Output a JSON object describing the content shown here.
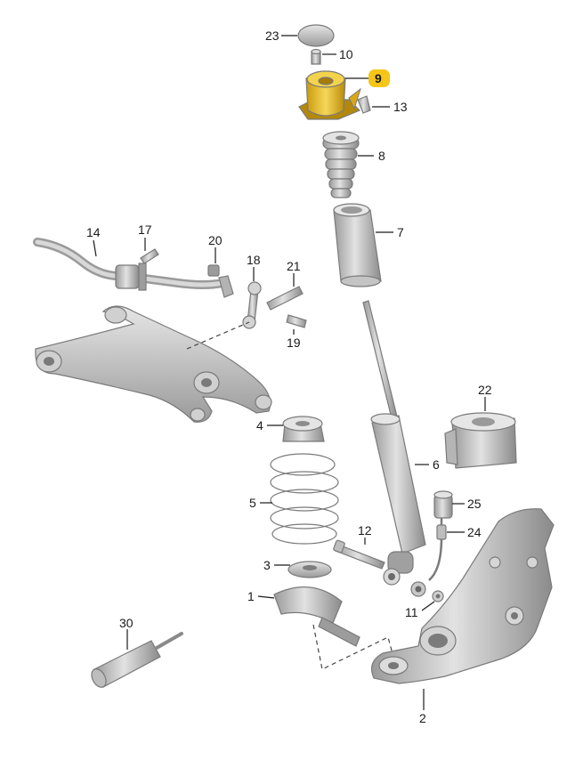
{
  "diagram": {
    "colors": {
      "part_gray": "#c8c8c8",
      "part_dark": "#8f8f8f",
      "highlight": "#f0c419",
      "highlight_badge": "#f5c518",
      "text": "#1a1a1a"
    },
    "callouts": {
      "c1": "1",
      "c2": "2",
      "c3": "3",
      "c4": "4",
      "c5": "5",
      "c6": "6",
      "c7": "7",
      "c8": "8",
      "c9": "9",
      "c10": "10",
      "c11": "11",
      "c12": "12",
      "c13": "13",
      "c14": "14",
      "c17": "17",
      "c18": "18",
      "c19": "19",
      "c20": "20",
      "c21": "21",
      "c22": "22",
      "c23": "23",
      "c24": "24",
      "c25": "25",
      "c30": "30"
    },
    "highlighted_part": "9"
  }
}
